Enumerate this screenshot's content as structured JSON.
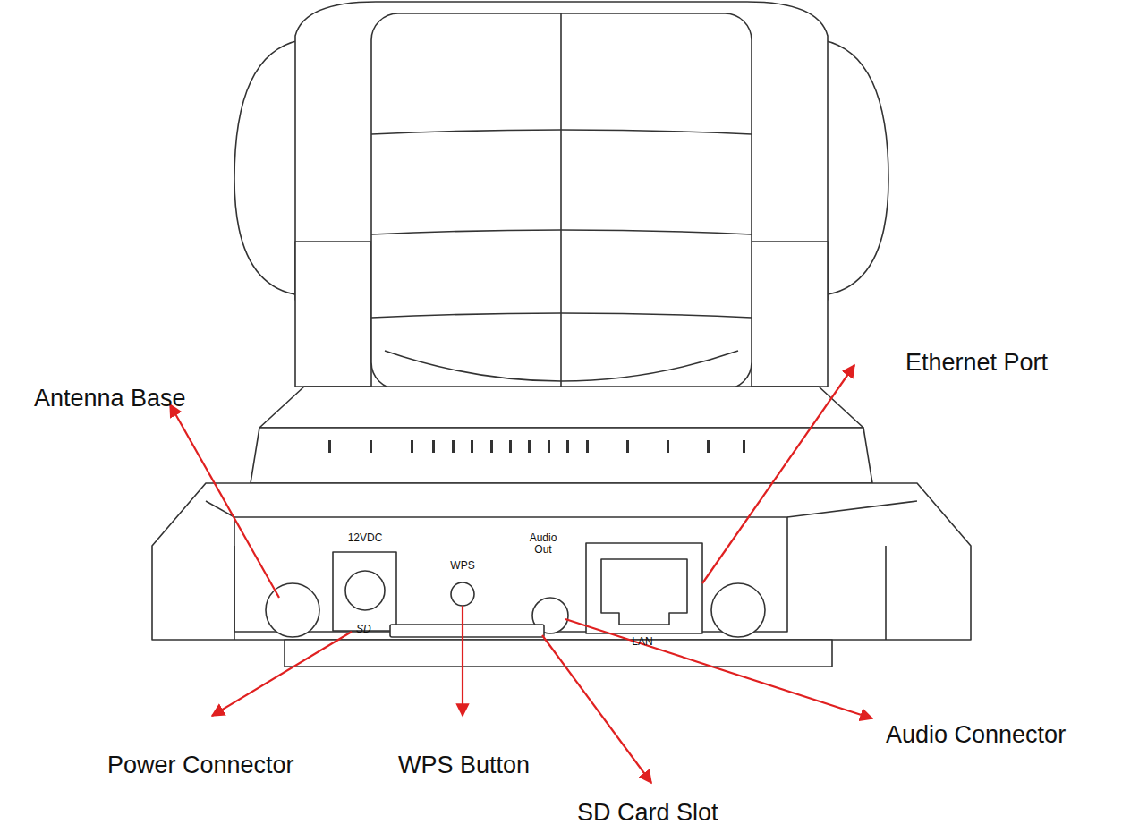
{
  "diagram": {
    "labels": [
      "Antenna Base",
      "Ethernet Port",
      "12VDC",
      "WPS",
      "Audio Out",
      "LAN",
      "SD",
      "Power Connector",
      "WPS Button",
      "Audio Connector",
      "SD Card Slot"
    ]
  }
}
